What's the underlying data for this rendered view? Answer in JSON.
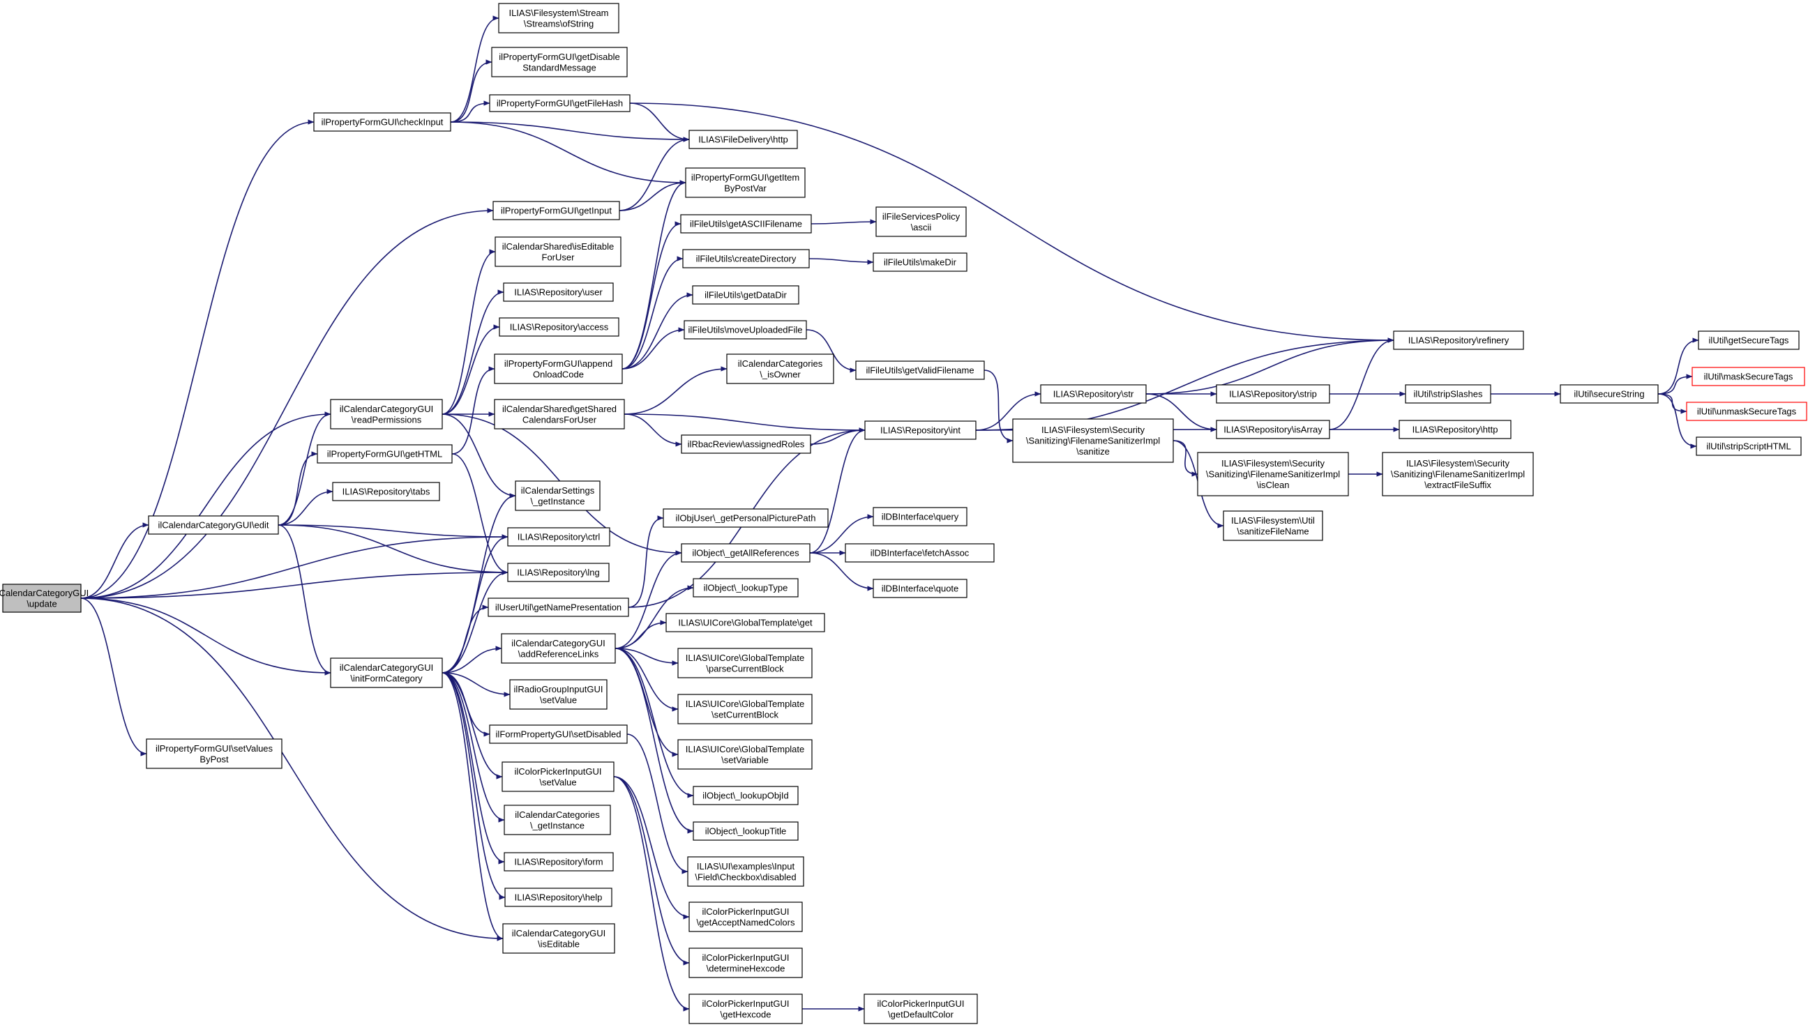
{
  "nodes": [
    {
      "id": "root",
      "lines": [
        "ilCalendarCategoryGUI",
        "\\update"
      ],
      "root": true
    },
    {
      "id": "checkInput",
      "lines": [
        "ilPropertyFormGUI\\checkInput"
      ]
    },
    {
      "id": "edit",
      "lines": [
        "ilCalendarCategoryGUI\\edit"
      ]
    },
    {
      "id": "setValuesByPost",
      "lines": [
        "ilPropertyFormGUI\\setValues",
        "ByPost"
      ]
    },
    {
      "id": "ofString",
      "lines": [
        "ILIAS\\Filesystem\\Stream",
        "\\Streams\\ofString"
      ]
    },
    {
      "id": "getDisable",
      "lines": [
        "ilPropertyFormGUI\\getDisable",
        "StandardMessage"
      ]
    },
    {
      "id": "getFileHash",
      "lines": [
        "ilPropertyFormGUI\\getFileHash"
      ]
    },
    {
      "id": "getInput",
      "lines": [
        "ilPropertyFormGUI\\getInput"
      ]
    },
    {
      "id": "isEditableForUser",
      "lines": [
        "ilCalendarShared\\isEditable",
        "ForUser"
      ]
    },
    {
      "id": "repoUser",
      "lines": [
        "ILIAS\\Repository\\user"
      ]
    },
    {
      "id": "repoAccess",
      "lines": [
        "ILIAS\\Repository\\access"
      ]
    },
    {
      "id": "appendOnload",
      "lines": [
        "ilPropertyFormGUI\\append",
        "OnloadCode"
      ]
    },
    {
      "id": "readPermissions",
      "lines": [
        "ilCalendarCategoryGUI",
        "\\readPermissions"
      ]
    },
    {
      "id": "getShared",
      "lines": [
        "ilCalendarShared\\getShared",
        "CalendarsForUser"
      ]
    },
    {
      "id": "getHTML",
      "lines": [
        "ilPropertyFormGUI\\getHTML"
      ]
    },
    {
      "id": "repoTabs",
      "lines": [
        "ILIAS\\Repository\\tabs"
      ]
    },
    {
      "id": "calSettings",
      "lines": [
        "ilCalendarSettings",
        "\\_getInstance"
      ]
    },
    {
      "id": "repoCtrl",
      "lines": [
        "ILIAS\\Repository\\ctrl"
      ]
    },
    {
      "id": "repoLng",
      "lines": [
        "ILIAS\\Repository\\lng"
      ]
    },
    {
      "id": "getNamePres",
      "lines": [
        "ilUserUtil\\getNamePresentation"
      ]
    },
    {
      "id": "initForm",
      "lines": [
        "ilCalendarCategoryGUI",
        "\\initFormCategory"
      ]
    },
    {
      "id": "addRefLinks",
      "lines": [
        "ilCalendarCategoryGUI",
        "\\addReferenceLinks"
      ]
    },
    {
      "id": "radioSetValue",
      "lines": [
        "ilRadioGroupInputGUI",
        "\\setValue"
      ]
    },
    {
      "id": "setDisabled",
      "lines": [
        "ilFormPropertyGUI\\setDisabled"
      ]
    },
    {
      "id": "colorSetValue",
      "lines": [
        "ilColorPickerInputGUI",
        "\\setValue"
      ]
    },
    {
      "id": "calCatInstance",
      "lines": [
        "ilCalendarCategories",
        "\\_getInstance"
      ]
    },
    {
      "id": "repoForm",
      "lines": [
        "ILIAS\\Repository\\form"
      ]
    },
    {
      "id": "repoHelp",
      "lines": [
        "ILIAS\\Repository\\help"
      ]
    },
    {
      "id": "isEditable",
      "lines": [
        "ilCalendarCategoryGUI",
        "\\isEditable"
      ]
    },
    {
      "id": "fileDelivery",
      "lines": [
        "ILIAS\\FileDelivery\\http"
      ]
    },
    {
      "id": "getItemByPostVar",
      "lines": [
        "ilPropertyFormGUI\\getItem",
        "ByPostVar"
      ]
    },
    {
      "id": "getASCII",
      "lines": [
        "ilFileUtils\\getASCIIFilename"
      ]
    },
    {
      "id": "createDir",
      "lines": [
        "ilFileUtils\\createDirectory"
      ]
    },
    {
      "id": "getDataDir",
      "lines": [
        "ilFileUtils\\getDataDir"
      ]
    },
    {
      "id": "moveUploaded",
      "lines": [
        "ilFileUtils\\moveUploadedFile"
      ]
    },
    {
      "id": "isOwner",
      "lines": [
        "ilCalendarCategories",
        "\\_isOwner"
      ]
    },
    {
      "id": "assignedRoles",
      "lines": [
        "ilRbacReview\\assignedRoles"
      ]
    },
    {
      "id": "personalPic",
      "lines": [
        "ilObjUser\\_getPersonalPicturePath"
      ]
    },
    {
      "id": "getAllRefs",
      "lines": [
        "ilObject\\_getAllReferences"
      ]
    },
    {
      "id": "lookupType",
      "lines": [
        "ilObject\\_lookupType"
      ]
    },
    {
      "id": "gtGet",
      "lines": [
        "ILIAS\\UICore\\GlobalTemplate\\get"
      ]
    },
    {
      "id": "gtParse",
      "lines": [
        "ILIAS\\UICore\\GlobalTemplate",
        "\\parseCurrentBlock"
      ]
    },
    {
      "id": "gtSetBlock",
      "lines": [
        "ILIAS\\UICore\\GlobalTemplate",
        "\\setCurrentBlock"
      ]
    },
    {
      "id": "gtSetVar",
      "lines": [
        "ILIAS\\UICore\\GlobalTemplate",
        "\\setVariable"
      ]
    },
    {
      "id": "lookupObjId",
      "lines": [
        "ilObject\\_lookupObjId"
      ]
    },
    {
      "id": "lookupTitle",
      "lines": [
        "ilObject\\_lookupTitle"
      ]
    },
    {
      "id": "cbDisabled",
      "lines": [
        "ILIAS\\UI\\examples\\Input",
        "\\Field\\Checkbox\\disabled"
      ]
    },
    {
      "id": "acceptNamed",
      "lines": [
        "ilColorPickerInputGUI",
        "\\getAcceptNamedColors"
      ]
    },
    {
      "id": "detHex",
      "lines": [
        "ilColorPickerInputGUI",
        "\\determineHexcode"
      ]
    },
    {
      "id": "getHex",
      "lines": [
        "ilColorPickerInputGUI",
        "\\getHexcode"
      ]
    },
    {
      "id": "ascii",
      "lines": [
        "ilFileServicesPolicy",
        "\\ascii"
      ]
    },
    {
      "id": "makeDir",
      "lines": [
        "ilFileUtils\\makeDir"
      ]
    },
    {
      "id": "validFilename",
      "lines": [
        "ilFileUtils\\getValidFilename"
      ]
    },
    {
      "id": "repoInt",
      "lines": [
        "ILIAS\\Repository\\int"
      ]
    },
    {
      "id": "dbQuery",
      "lines": [
        "ilDBInterface\\query"
      ]
    },
    {
      "id": "dbFetch",
      "lines": [
        "ilDBInterface\\fetchAssoc"
      ]
    },
    {
      "id": "dbQuote",
      "lines": [
        "ilDBInterface\\quote"
      ]
    },
    {
      "id": "defaultColor",
      "lines": [
        "ilColorPickerInputGUI",
        "\\getDefaultColor"
      ]
    },
    {
      "id": "repoStr",
      "lines": [
        "ILIAS\\Repository\\str"
      ]
    },
    {
      "id": "sanitize",
      "lines": [
        "ILIAS\\Filesystem\\Security",
        "\\Sanitizing\\FilenameSanitizerImpl",
        "\\sanitize"
      ]
    },
    {
      "id": "repoRefinery",
      "lines": [
        "ILIAS\\Repository\\refinery"
      ]
    },
    {
      "id": "repoStrip",
      "lines": [
        "ILIAS\\Repository\\strip"
      ]
    },
    {
      "id": "repoIsArray",
      "lines": [
        "ILIAS\\Repository\\isArray"
      ]
    },
    {
      "id": "isClean",
      "lines": [
        "ILIAS\\Filesystem\\Security",
        "\\Sanitizing\\FilenameSanitizerImpl",
        "\\isClean"
      ]
    },
    {
      "id": "sanitizeFileName",
      "lines": [
        "ILIAS\\Filesystem\\Util",
        "\\sanitizeFileName"
      ]
    },
    {
      "id": "stripSlashes",
      "lines": [
        "ilUtil\\stripSlashes"
      ]
    },
    {
      "id": "repoHttp",
      "lines": [
        "ILIAS\\Repository\\http"
      ]
    },
    {
      "id": "extractSuffix",
      "lines": [
        "ILIAS\\Filesystem\\Security",
        "\\Sanitizing\\FilenameSanitizerImpl",
        "\\extractFileSuffix"
      ]
    },
    {
      "id": "secureString",
      "lines": [
        "ilUtil\\secureString"
      ]
    },
    {
      "id": "getSecureTags",
      "lines": [
        "ilUtil\\getSecureTags"
      ]
    },
    {
      "id": "maskSecure",
      "lines": [
        "ilUtil\\maskSecureTags"
      ],
      "truncated": true
    },
    {
      "id": "unmaskSecure",
      "lines": [
        "ilUtil\\unmaskSecureTags"
      ],
      "truncated": true
    },
    {
      "id": "stripScript",
      "lines": [
        "ilUtil\\stripScriptHTML"
      ]
    }
  ],
  "edges": [
    [
      "root",
      "checkInput"
    ],
    [
      "root",
      "getInput"
    ],
    [
      "root",
      "readPermissions"
    ],
    [
      "root",
      "edit"
    ],
    [
      "root",
      "repoCtrl"
    ],
    [
      "root",
      "repoLng"
    ],
    [
      "root",
      "initForm"
    ],
    [
      "root",
      "setValuesByPost"
    ],
    [
      "root",
      "isEditable"
    ],
    [
      "checkInput",
      "ofString"
    ],
    [
      "checkInput",
      "getDisable"
    ],
    [
      "checkInput",
      "getFileHash"
    ],
    [
      "checkInput",
      "fileDelivery"
    ],
    [
      "checkInput",
      "getItemByPostVar"
    ],
    [
      "getFileHash",
      "fileDelivery"
    ],
    [
      "getFileHash",
      "repoRefinery"
    ],
    [
      "getInput",
      "fileDelivery"
    ],
    [
      "getInput",
      "getItemByPostVar"
    ],
    [
      "edit",
      "readPermissions"
    ],
    [
      "edit",
      "getHTML"
    ],
    [
      "edit",
      "repoTabs"
    ],
    [
      "edit",
      "repoCtrl"
    ],
    [
      "edit",
      "repoLng"
    ],
    [
      "edit",
      "initForm"
    ],
    [
      "readPermissions",
      "isEditableForUser"
    ],
    [
      "readPermissions",
      "repoUser"
    ],
    [
      "readPermissions",
      "repoAccess"
    ],
    [
      "readPermissions",
      "getShared"
    ],
    [
      "readPermissions",
      "calSettings"
    ],
    [
      "readPermissions",
      "getAllRefs"
    ],
    [
      "getHTML",
      "appendOnload"
    ],
    [
      "getHTML",
      "repoLng"
    ],
    [
      "appendOnload",
      "getItemByPostVar"
    ],
    [
      "appendOnload",
      "getASCII"
    ],
    [
      "appendOnload",
      "createDir"
    ],
    [
      "appendOnload",
      "getDataDir"
    ],
    [
      "appendOnload",
      "moveUploaded"
    ],
    [
      "getShared",
      "isOwner"
    ],
    [
      "getShared",
      "assignedRoles"
    ],
    [
      "getShared",
      "repoInt"
    ],
    [
      "initForm",
      "calSettings"
    ],
    [
      "initForm",
      "repoCtrl"
    ],
    [
      "initForm",
      "repoLng"
    ],
    [
      "initForm",
      "addRefLinks"
    ],
    [
      "initForm",
      "radioSetValue"
    ],
    [
      "initForm",
      "setDisabled"
    ],
    [
      "initForm",
      "colorSetValue"
    ],
    [
      "initForm",
      "calCatInstance"
    ],
    [
      "initForm",
      "repoForm"
    ],
    [
      "initForm",
      "repoHelp"
    ],
    [
      "initForm",
      "isEditable"
    ],
    [
      "initForm",
      "getNamePres"
    ],
    [
      "getNamePres",
      "personalPic"
    ],
    [
      "getNamePres",
      "repoInt"
    ],
    [
      "addRefLinks",
      "getAllRefs"
    ],
    [
      "addRefLinks",
      "lookupType"
    ],
    [
      "addRefLinks",
      "gtGet"
    ],
    [
      "addRefLinks",
      "gtParse"
    ],
    [
      "addRefLinks",
      "gtSetBlock"
    ],
    [
      "addRefLinks",
      "gtSetVar"
    ],
    [
      "addRefLinks",
      "lookupObjId"
    ],
    [
      "addRefLinks",
      "lookupTitle"
    ],
    [
      "setDisabled",
      "cbDisabled"
    ],
    [
      "colorSetValue",
      "acceptNamed"
    ],
    [
      "colorSetValue",
      "detHex"
    ],
    [
      "colorSetValue",
      "getHex"
    ],
    [
      "getASCII",
      "ascii"
    ],
    [
      "createDir",
      "makeDir"
    ],
    [
      "moveUploaded",
      "validFilename"
    ],
    [
      "assignedRoles",
      "repoInt"
    ],
    [
      "getAllRefs",
      "repoInt"
    ],
    [
      "getAllRefs",
      "dbQuery"
    ],
    [
      "getAllRefs",
      "dbFetch"
    ],
    [
      "getAllRefs",
      "dbQuote"
    ],
    [
      "getHex",
      "defaultColor"
    ],
    [
      "validFilename",
      "sanitize"
    ],
    [
      "repoInt",
      "repoRefinery"
    ],
    [
      "repoInt",
      "repoStr"
    ],
    [
      "repoInt",
      "repoIsArray"
    ],
    [
      "repoStr",
      "repoRefinery"
    ],
    [
      "repoStr",
      "repoStrip"
    ],
    [
      "repoStr",
      "repoIsArray"
    ],
    [
      "repoStrip",
      "stripSlashes"
    ],
    [
      "repoIsArray",
      "repoRefinery"
    ],
    [
      "repoIsArray",
      "repoHttp"
    ],
    [
      "sanitize",
      "isClean"
    ],
    [
      "sanitize",
      "sanitizeFileName"
    ],
    [
      "isClean",
      "extractSuffix"
    ],
    [
      "stripSlashes",
      "secureString"
    ],
    [
      "secureString",
      "getSecureTags"
    ],
    [
      "secureString",
      "maskSecure"
    ],
    [
      "secureString",
      "unmaskSecure"
    ],
    [
      "secureString",
      "stripScript"
    ]
  ]
}
